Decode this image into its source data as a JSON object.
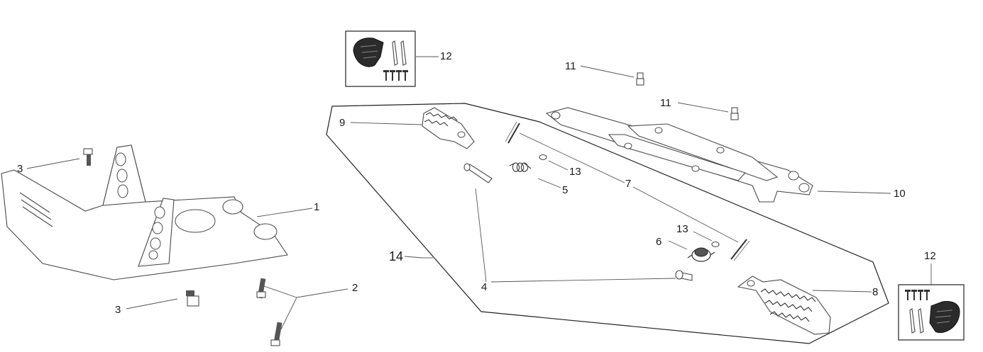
{
  "callouts": {
    "c1": "1",
    "c2": "2",
    "c3a": "3",
    "c3b": "3",
    "c4": "4",
    "c5": "5",
    "c6": "6",
    "c7": "7",
    "c8": "8",
    "c9": "9",
    "c10": "10",
    "c11a": "11",
    "c11b": "11",
    "c12a": "12",
    "c12b": "12",
    "c13a": "13",
    "c13b": "13",
    "c14": "14"
  }
}
